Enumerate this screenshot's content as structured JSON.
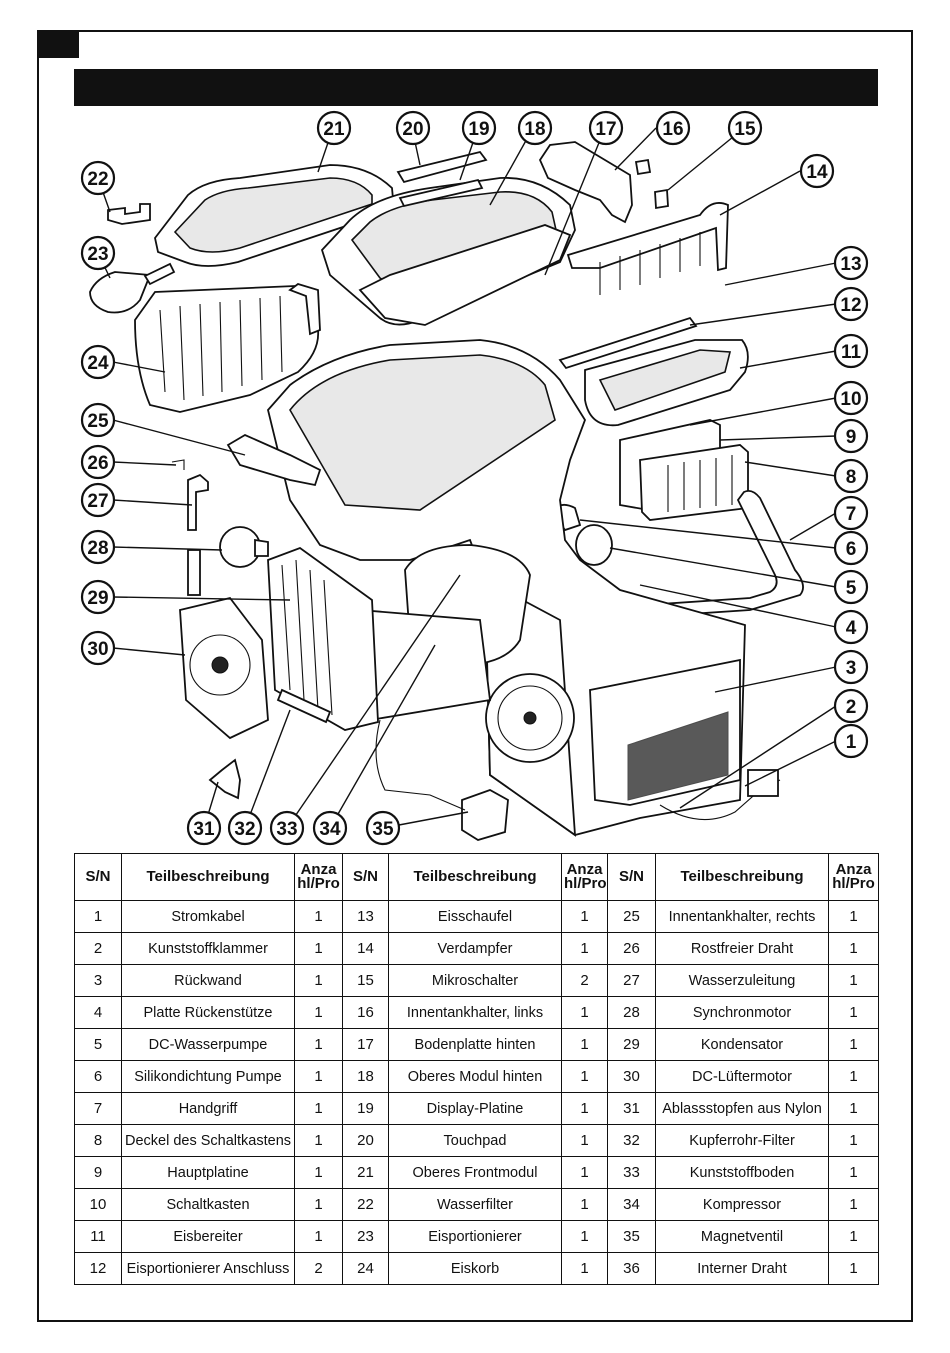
{
  "diagram": {
    "callouts": [
      "1",
      "2",
      "3",
      "4",
      "5",
      "6",
      "7",
      "8",
      "9",
      "10",
      "11",
      "12",
      "13",
      "14",
      "15",
      "16",
      "17",
      "18",
      "19",
      "20",
      "21",
      "22",
      "23",
      "24",
      "25",
      "26",
      "27",
      "28",
      "29",
      "30",
      "31",
      "32",
      "33",
      "34",
      "35"
    ]
  },
  "table": {
    "headers": {
      "sn": "S/N",
      "description": "Teilbeschreibung",
      "quantity": "Anza hl/Pro"
    },
    "rows": [
      {
        "sn": "1",
        "desc": "Stromkabel",
        "qty": "1"
      },
      {
        "sn": "2",
        "desc": "Kunststoffklammer",
        "qty": "1"
      },
      {
        "sn": "3",
        "desc": "Rückwand",
        "qty": "1"
      },
      {
        "sn": "4",
        "desc": "Platte Rückenstütze",
        "qty": "1"
      },
      {
        "sn": "5",
        "desc": "DC-Wasserpumpe",
        "qty": "1"
      },
      {
        "sn": "6",
        "desc": "Silikondichtung Pumpe",
        "qty": "1"
      },
      {
        "sn": "7",
        "desc": "Handgriff",
        "qty": "1"
      },
      {
        "sn": "8",
        "desc": "Deckel des Schaltkastens",
        "qty": "1"
      },
      {
        "sn": "9",
        "desc": "Hauptplatine",
        "qty": "1"
      },
      {
        "sn": "10",
        "desc": "Schaltkasten",
        "qty": "1"
      },
      {
        "sn": "11",
        "desc": "Eisbereiter",
        "qty": "1"
      },
      {
        "sn": "12",
        "desc": "Eisportionierer Anschluss",
        "qty": "2"
      },
      {
        "sn": "13",
        "desc": "Eisschaufel",
        "qty": "1"
      },
      {
        "sn": "14",
        "desc": "Verdampfer",
        "qty": "1"
      },
      {
        "sn": "15",
        "desc": "Mikroschalter",
        "qty": "2"
      },
      {
        "sn": "16",
        "desc": "Innentankhalter, links",
        "qty": "1"
      },
      {
        "sn": "17",
        "desc": "Bodenplatte hinten",
        "qty": "1"
      },
      {
        "sn": "18",
        "desc": "Oberes Modul hinten",
        "qty": "1"
      },
      {
        "sn": "19",
        "desc": "Display-Platine",
        "qty": "1"
      },
      {
        "sn": "20",
        "desc": "Touchpad",
        "qty": "1"
      },
      {
        "sn": "21",
        "desc": "Oberes Frontmodul",
        "qty": "1"
      },
      {
        "sn": "22",
        "desc": "Wasserfilter",
        "qty": "1"
      },
      {
        "sn": "23",
        "desc": "Eisportionierer",
        "qty": "1"
      },
      {
        "sn": "24",
        "desc": "Eiskorb",
        "qty": "1"
      },
      {
        "sn": "25",
        "desc": "Innentankhalter, rechts",
        "qty": "1"
      },
      {
        "sn": "26",
        "desc": "Rostfreier Draht",
        "qty": "1"
      },
      {
        "sn": "27",
        "desc": "Wasserzuleitung",
        "qty": "1"
      },
      {
        "sn": "28",
        "desc": "Synchronmotor",
        "qty": "1"
      },
      {
        "sn": "29",
        "desc": "Kondensator",
        "qty": "1"
      },
      {
        "sn": "30",
        "desc": "DC-Lüftermotor",
        "qty": "1"
      },
      {
        "sn": "31",
        "desc": "Ablassstopfen aus Nylon",
        "qty": "1"
      },
      {
        "sn": "32",
        "desc": "Kupferrohr-Filter",
        "qty": "1"
      },
      {
        "sn": "33",
        "desc": "Kunststoffboden",
        "qty": "1"
      },
      {
        "sn": "34",
        "desc": "Kompressor",
        "qty": "1"
      },
      {
        "sn": "35",
        "desc": "Magnetventil",
        "qty": "1"
      },
      {
        "sn": "36",
        "desc": "Interner Draht",
        "qty": "1"
      }
    ]
  }
}
